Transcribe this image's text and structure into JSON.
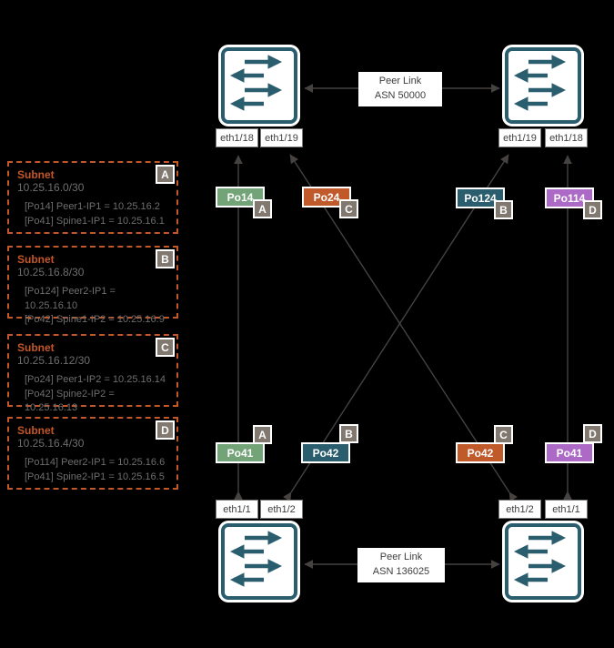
{
  "colors": {
    "background": "#000000",
    "switch_teal": "#2a5e6e",
    "chip_green": "#73a478",
    "chip_orange": "#c05a2b",
    "chip_teal": "#2a5e6e",
    "chip_purple": "#ac69c5",
    "badge_gray": "#81786f",
    "subnet_accent_orange": "#c2572b",
    "wire_gray": "#454240"
  },
  "subnets": [
    {
      "badge": "A",
      "title": "Subnet",
      "cidr": "10.25.16.0/30",
      "lines": [
        "[Po14] Peer1-IP1 = 10.25.16.2",
        "[Po41] Spine1-IP1 = 10.25.16.1"
      ]
    },
    {
      "badge": "B",
      "title": "Subnet",
      "cidr": "10.25.16.8/30",
      "lines": [
        "[Po124] Peer2-IP1 = 10.25.16.10",
        "[Po42] Spine1-IP2 = 10.25.16.9"
      ]
    },
    {
      "badge": "C",
      "title": "Subnet",
      "cidr": "10.25.16.12/30",
      "lines": [
        "[Po24] Peer1-IP2 = 10.25.16.14",
        "[Po42] Spine2-IP2 = 10.25.16.13"
      ]
    },
    {
      "badge": "D",
      "title": "Subnet",
      "cidr": "10.25.16.4/30",
      "lines": [
        "[Po114] Peer2-IP1 = 10.25.16.6",
        "[Po41] Spine2-IP1 = 10.25.16.5"
      ]
    }
  ],
  "peer_links": {
    "top": {
      "line1": "Peer Link",
      "line2": "ASN 50000"
    },
    "bottom": {
      "line1": "Peer Link",
      "line2": "ASN 136025"
    }
  },
  "ports": {
    "top_left": [
      "eth1/18",
      "eth1/19"
    ],
    "top_right": [
      "eth1/19",
      "eth1/18"
    ],
    "bottom_left": [
      "eth1/1",
      "eth1/2"
    ],
    "bottom_right": [
      "eth1/2",
      "eth1/1"
    ]
  },
  "port_channels": {
    "top": [
      {
        "label": "Po14",
        "badge": "A"
      },
      {
        "label": "Po24",
        "badge": "C"
      },
      {
        "label": "Po124",
        "badge": "B"
      },
      {
        "label": "Po114",
        "badge": "D"
      }
    ],
    "bottom": [
      {
        "label": "Po41",
        "badge": "A"
      },
      {
        "label": "Po42",
        "badge": "B"
      },
      {
        "label": "Po42",
        "badge": "C"
      },
      {
        "label": "Po41",
        "badge": "D"
      }
    ]
  }
}
